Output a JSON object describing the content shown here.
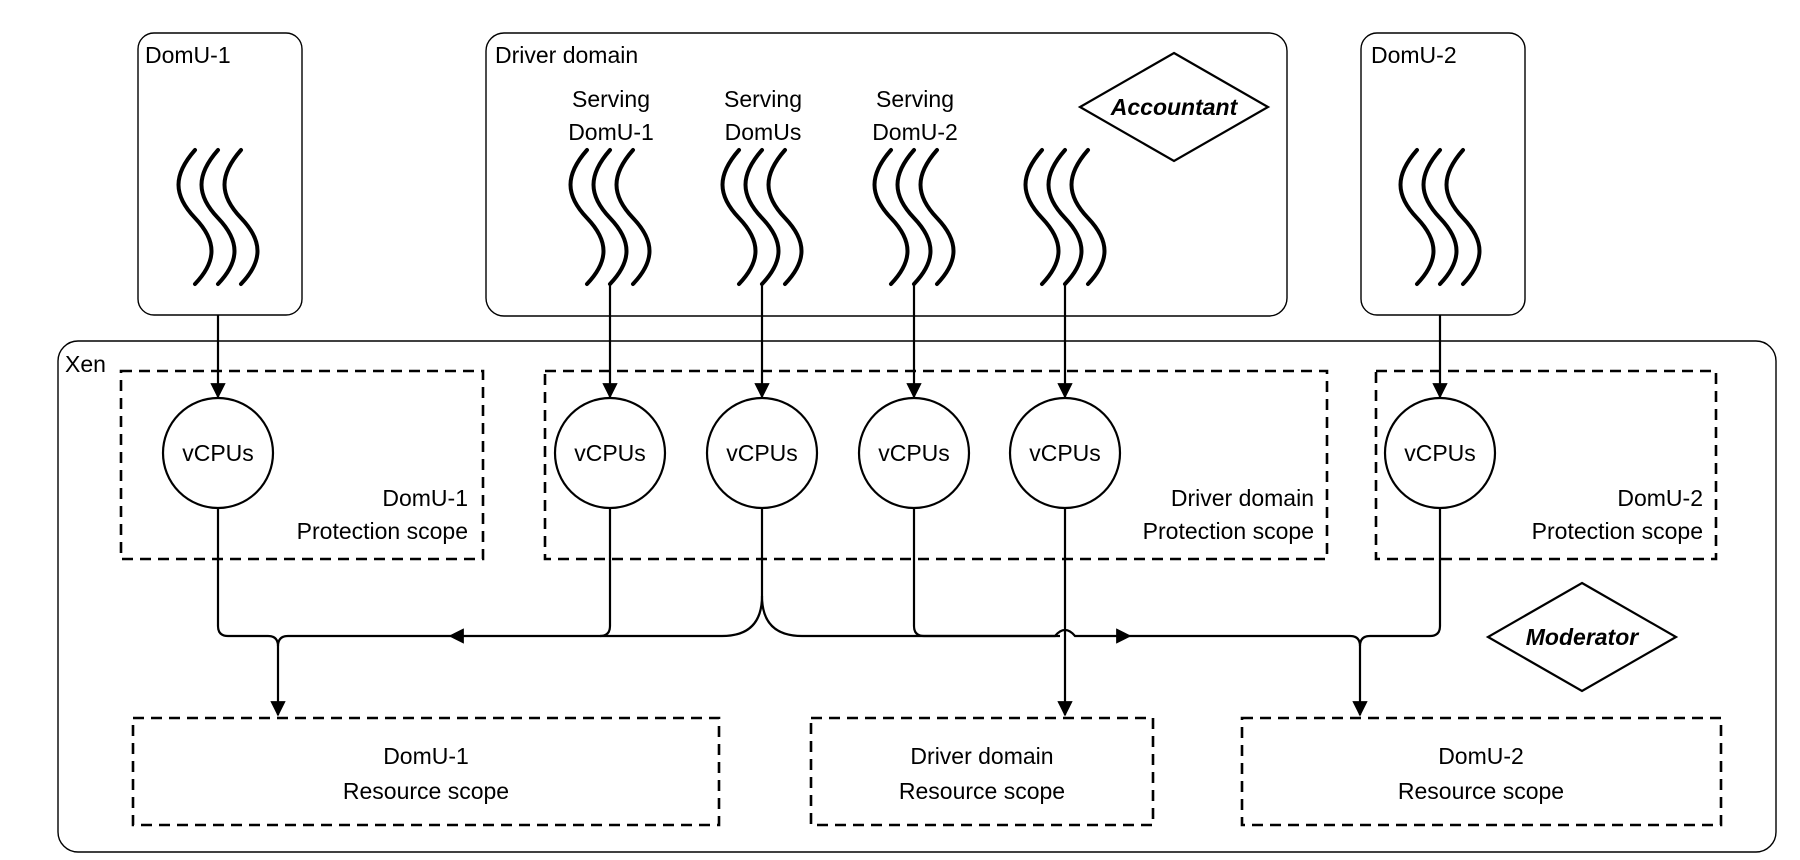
{
  "domains": {
    "domu1": {
      "title": "DomU-1"
    },
    "driver": {
      "title": "Driver domain",
      "thread_labels": [
        [
          "Serving",
          "DomU-1"
        ],
        [
          "Serving",
          "DomUs"
        ],
        [
          "Serving",
          "DomU-2"
        ]
      ],
      "accountant": "Accountant"
    },
    "domu2": {
      "title": "DomU-2"
    }
  },
  "xen": {
    "title": "Xen",
    "vcpu_label": "vCPUs",
    "moderator": "Moderator",
    "protection_scopes": {
      "domu1": [
        "DomU-1",
        "Protection scope"
      ],
      "driver": [
        "Driver domain",
        "Protection scope"
      ],
      "domu2": [
        "DomU-2",
        "Protection scope"
      ]
    },
    "resource_scopes": {
      "domu1": [
        "DomU-1",
        "Resource scope"
      ],
      "driver": [
        "Driver domain",
        "Resource scope"
      ],
      "domu2": [
        "DomU-2",
        "Resource scope"
      ]
    }
  }
}
